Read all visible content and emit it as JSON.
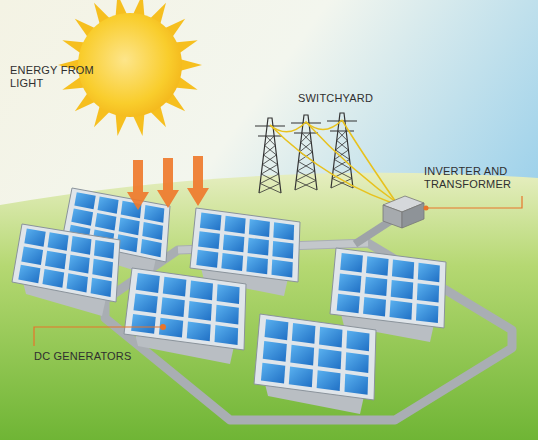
{
  "diagram": {
    "labels": [
      "ENERGY FROM LIGHT",
      "SWITCHYARD",
      "INVERTER AND TRANSFORMER",
      "DC GENERATORS"
    ]
  }
}
